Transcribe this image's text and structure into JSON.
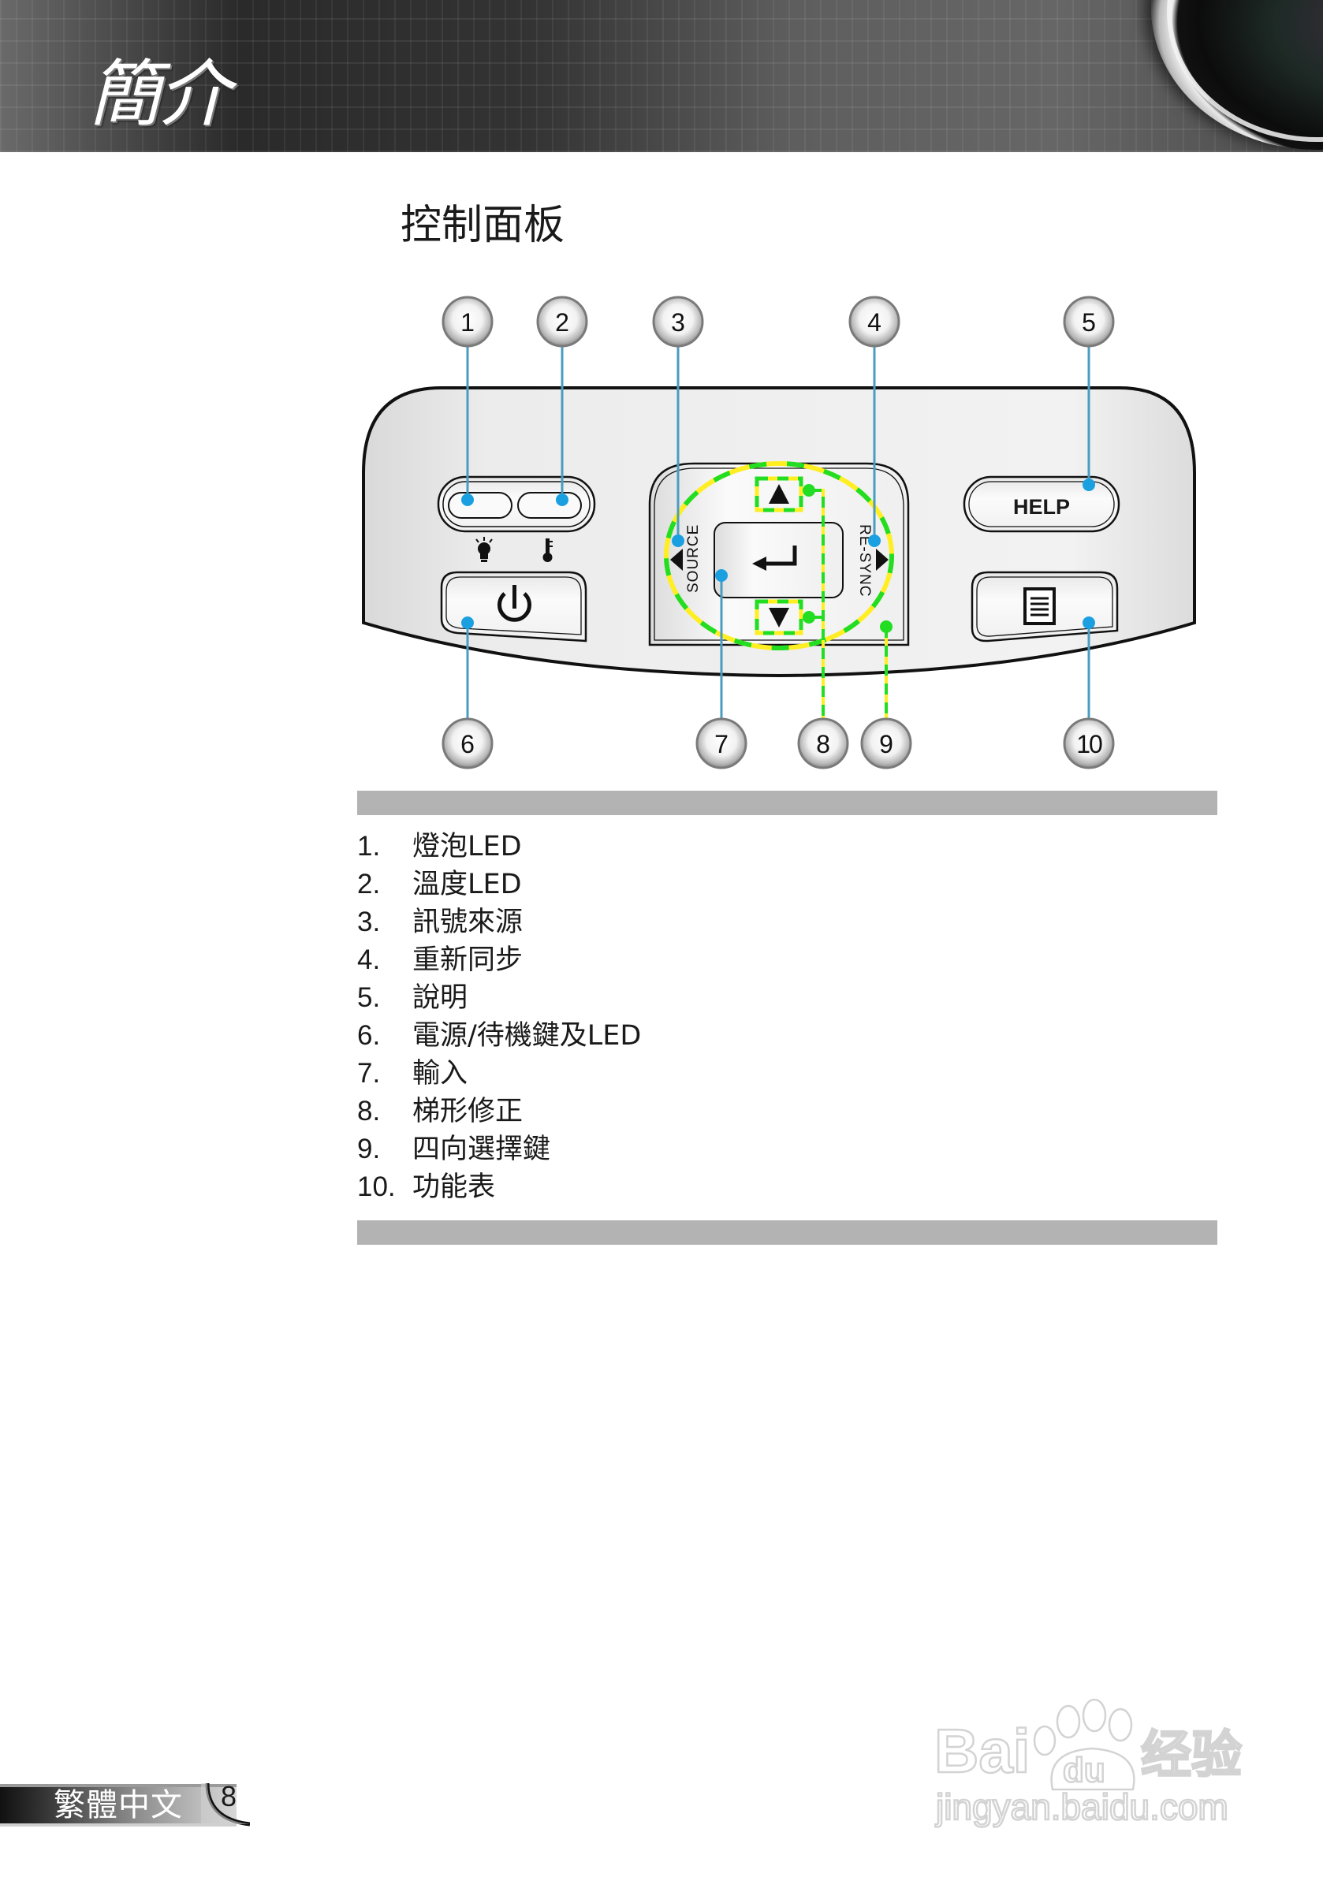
{
  "header": {
    "title": "簡介"
  },
  "section": {
    "title": "控制面板"
  },
  "panel": {
    "help_label": "HELP",
    "source_label": "SOURCE",
    "resync_label": "RE-SYNC",
    "icons": {
      "lamp": "lightbulb-icon",
      "temp": "thermometer-icon",
      "power": "power-icon",
      "enter": "enter-arrow-icon",
      "menu": "menu-list-icon",
      "up": "triangle-up-icon",
      "down": "triangle-down-icon",
      "left": "triangle-left-icon",
      "right": "triangle-right-icon"
    },
    "colors": {
      "leader_line": "#4a9cc0",
      "leader_dot": "#1aa0e0",
      "dash_green": "#22dd22",
      "dash_yellow": "#ffee22",
      "panel_fill": "#eeeeee",
      "bar_gray": "#b3b3b3"
    }
  },
  "callouts": {
    "top": [
      "1",
      "2",
      "3",
      "4",
      "5"
    ],
    "bottom": [
      "6",
      "7",
      "8",
      "9",
      "10"
    ]
  },
  "list": [
    {
      "num": "1.",
      "text": "燈泡LED"
    },
    {
      "num": "2.",
      "text": "溫度LED"
    },
    {
      "num": "3.",
      "text": "訊號來源"
    },
    {
      "num": "4.",
      "text": "重新同步"
    },
    {
      "num": "5.",
      "text": "說明"
    },
    {
      "num": "6.",
      "text": "電源/待機鍵及LED"
    },
    {
      "num": "7.",
      "text": "輸入"
    },
    {
      "num": "8.",
      "text": "梯形修正"
    },
    {
      "num": "9.",
      "text": "四向選擇鍵"
    },
    {
      "num": "10.",
      "text": "功能表"
    }
  ],
  "footer": {
    "language": "繁體中文",
    "page_number": "8"
  },
  "watermark": {
    "brand": "Bai",
    "brand_paw": "du",
    "brand_cn": "经验",
    "url": "jingyan.baidu.com"
  }
}
